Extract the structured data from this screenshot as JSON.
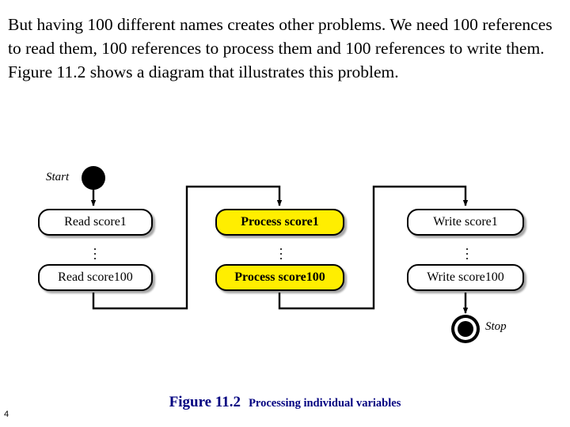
{
  "paragraph": "But having 100 different names creates other problems. We need 100 references to read them, 100 references to process them and 100 references to write them. Figure 11.2 shows a diagram that illustrates this problem.",
  "diagram": {
    "start_label": "Start",
    "stop_label": "Stop",
    "ellipsis": "⋮",
    "nodes": [
      {
        "label": "Read score1",
        "style": "plain"
      },
      {
        "label": "Read score100",
        "style": "plain"
      },
      {
        "label": "Process score1",
        "style": "yellow"
      },
      {
        "label": "Process score100",
        "style": "yellow"
      },
      {
        "label": "Write score1",
        "style": "plain"
      },
      {
        "label": "Write score100",
        "style": "plain"
      }
    ],
    "accent_color": "#ffee00",
    "line_color": "#000000"
  },
  "caption": {
    "figure": "Figure 11.2",
    "subtitle": "Processing individual variables",
    "color": "#000080"
  },
  "page_number": "4"
}
